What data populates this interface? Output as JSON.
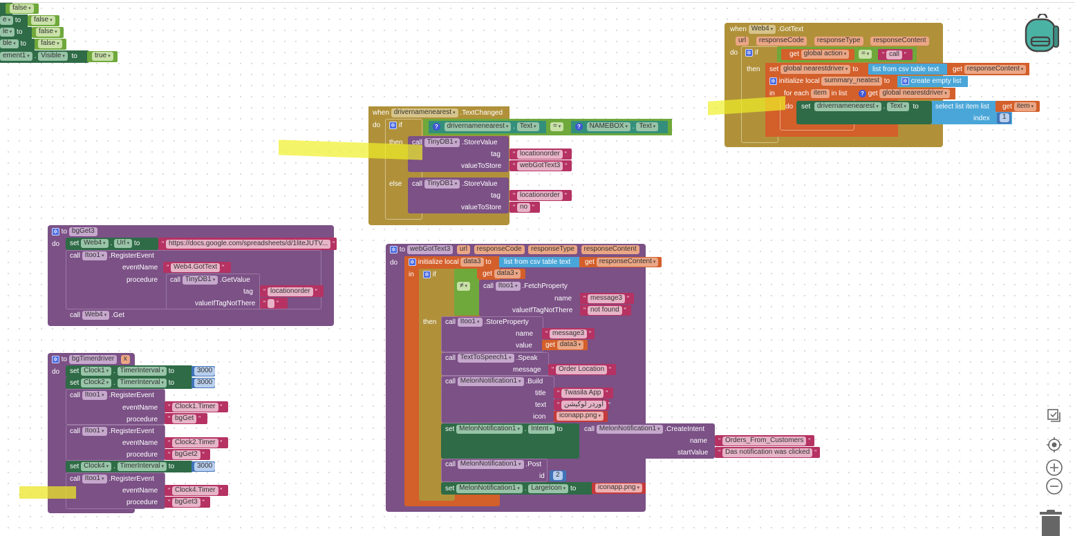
{
  "top_left_fragment": {
    "rows": [
      {
        "value": "false"
      },
      {
        "prop_suffix": "e",
        "to": "to",
        "value": "false"
      },
      {
        "prop_suffix": "le",
        "to": "to",
        "value": "false"
      },
      {
        "prop_suffix": "ble",
        "to": "to",
        "value": "false"
      },
      {
        "component": "ement1",
        "prop": "Visible",
        "to": "to",
        "value": "true"
      }
    ]
  },
  "gottext_event": {
    "when": "when",
    "component": "Web4",
    "event": ".GotText",
    "params": [
      "url",
      "responseCode",
      "responseType",
      "responseContent"
    ],
    "do": "do",
    "if": "if",
    "get": "get",
    "global_action": "global action",
    "op": "=",
    "call_str": "call",
    "then": "then",
    "set": "set",
    "global_var": "global nearestdriver",
    "to": "to",
    "csv": "list from csv table  text",
    "response": "responseContent",
    "init_local": "initialize local",
    "local_name": "summary_neatest",
    "empty_list": "create empty list",
    "in": "in",
    "for_each": "for each",
    "item": "item",
    "in_list": "in list",
    "global_nearest": "global nearestdriver",
    "do2": "do",
    "target_comp": "drivernamenearest",
    "target_prop": "Text",
    "select": "select list item  list",
    "get_item": "item",
    "index": "index",
    "index_val": "1"
  },
  "textchanged_event": {
    "when": "when",
    "component": "drivernamenearest",
    "event": ".TextChanged",
    "do": "do",
    "if": "if",
    "cmp_left_comp": "drivernamenearest",
    "cmp_left_prop": "Text",
    "op": "=",
    "cmp_right_comp": "NAMEBOX",
    "cmp_right_prop": "Text",
    "then": "then",
    "else": "else",
    "call": "call",
    "db": "TinyDB1",
    "method": ".StoreValue",
    "tag": "tag",
    "value_to_store": "valueToStore",
    "then_tag": "locationorder",
    "then_value": "webGotText3",
    "else_tag": "locationorder",
    "else_value": "no"
  },
  "bgget3_proc": {
    "to": "to",
    "name": "bgGet3",
    "do": "do",
    "set": "set",
    "component": "Web4",
    "prop": "Url",
    "to2": "to",
    "url": "https://docs.google.com/spreadsheets/d/1liteJUTV...",
    "call": "call",
    "itoo": "Itoo1",
    "register": ".RegisterEvent",
    "event_name_label": "eventName",
    "event_name": "Web4.GotText",
    "procedure_label": "procedure",
    "db": "TinyDB1",
    "get_value": ".GetValue",
    "tag_label": "tag",
    "tag": "locationorder",
    "not_there_label": "valueIfTagNotThere",
    "not_there": "",
    "web": "Web4",
    "get": ".Get"
  },
  "bgtimer_proc": {
    "to": "to",
    "name": "bgTimerdriver",
    "param": "x",
    "do": "do",
    "set": "set",
    "call": "call",
    "to2": "to",
    "timer_prop": "TimerInterval",
    "itoo": "Itoo1",
    "register": ".RegisterEvent",
    "event_name_label": "eventName",
    "procedure_label": "procedure",
    "clocks": [
      {
        "name": "Clock1",
        "interval": "3000"
      },
      {
        "name": "Clock2",
        "interval": "3000"
      },
      {
        "name": "Clock4",
        "interval": "3000"
      }
    ],
    "registrations": [
      {
        "event": "Clock1.Timer",
        "proc": "bgGet"
      },
      {
        "event": "Clock2.Timer",
        "proc": "bgGet2"
      },
      {
        "event": "Clock4.Timer",
        "proc": "bgGet3"
      }
    ]
  },
  "webgottext3_proc": {
    "to": "to",
    "name": "webGotText3",
    "params": [
      "url",
      "responseCode",
      "responseType",
      "responseContent"
    ],
    "do": "do",
    "init_local": "initialize local",
    "local_name": "data3",
    "to2": "to",
    "csv": "list from csv table  text",
    "get": "get",
    "response": "responseContent",
    "in": "in",
    "if": "if",
    "get_data3": "data3",
    "neq": "≠",
    "call": "call",
    "itoo": "Itoo1",
    "fetch": ".FetchProperty",
    "name_label": "name",
    "name_val": "message3",
    "not_there_label": "valueIfTagNotThere",
    "not_there": "not found",
    "then": "then",
    "store": ".StoreProperty",
    "value_label": "value",
    "tts": "TextToSpeech1",
    "speak": ".Speak",
    "message_label": "message",
    "message": "Order Location",
    "melon": "MelonNotification1",
    "build": ".Build",
    "title_label": "title",
    "title": "Twasila App",
    "text_label": "text",
    "text": "أوردر لوكيشن",
    "icon_label": "icon",
    "icon": "iconapp.png",
    "set": "set",
    "intent_prop": "Intent",
    "create_intent": ".CreateIntent",
    "intent_name": "Orders_From_Customers",
    "start_value_label": "startValue",
    "start_value": "Das notification was clicked",
    "post": ".Post",
    "id_label": "id",
    "id": "2",
    "large_icon_prop": "LargeIcon",
    "large_icon": "iconapp.png"
  },
  "workspace_controls": [
    "backpack-icon",
    "cleanup-icon",
    "center-icon",
    "zoom-in-icon",
    "zoom-out-icon",
    "trash-icon"
  ]
}
